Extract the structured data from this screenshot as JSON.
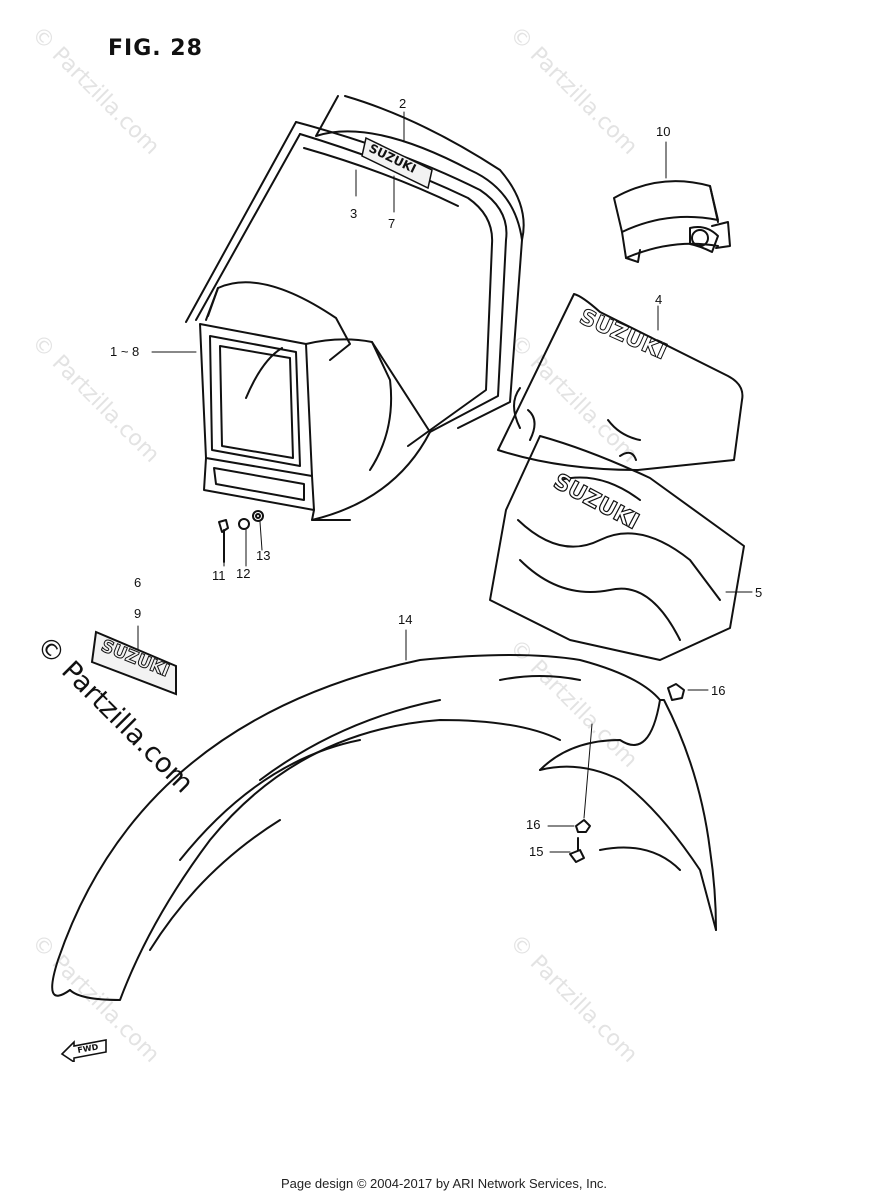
{
  "figure": {
    "title": "FIG. 28"
  },
  "callouts": [
    {
      "id": "c2",
      "text": "2"
    },
    {
      "id": "c3",
      "text": "3"
    },
    {
      "id": "c7",
      "text": "7"
    },
    {
      "id": "c10",
      "text": "10"
    },
    {
      "id": "c4",
      "text": "4"
    },
    {
      "id": "c1-8",
      "text": "1 ~ 8"
    },
    {
      "id": "c11",
      "text": "11"
    },
    {
      "id": "c12",
      "text": "12"
    },
    {
      "id": "c13",
      "text": "13"
    },
    {
      "id": "c6",
      "text": "6"
    },
    {
      "id": "c9",
      "text": "9"
    },
    {
      "id": "c5",
      "text": "5"
    },
    {
      "id": "c14",
      "text": "14"
    },
    {
      "id": "c16a",
      "text": "16"
    },
    {
      "id": "c16b",
      "text": "16"
    },
    {
      "id": "c15",
      "text": "15"
    }
  ],
  "brand_text": "SUZUKI",
  "fwd_label": "FWD",
  "watermark": {
    "small": "© Partzilla.com",
    "large": "© Partzilla.com"
  },
  "footer": {
    "text": "Page design © 2004-2017 by ARI Network Services, Inc."
  },
  "colors": {
    "line": "#111111",
    "watermark": "#e3e3e3",
    "background": "#ffffff"
  }
}
